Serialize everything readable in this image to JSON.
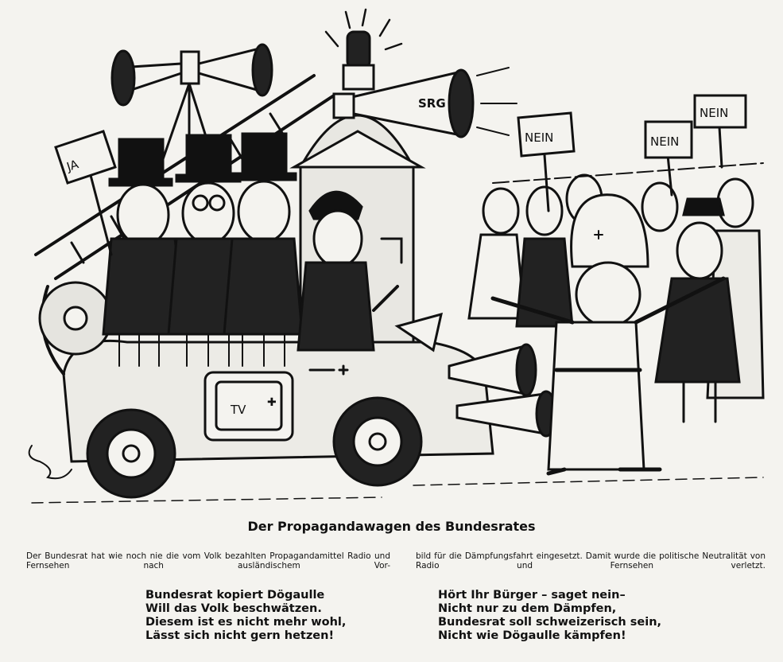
{
  "cartoon": {
    "sign_ja": "JA",
    "signs_nein": [
      "NEIN",
      "NEIN",
      "NEIN"
    ],
    "horn_label": "SRG",
    "tv_label": "TV"
  },
  "caption": {
    "title": "Der Propagandawagen des Bundesrates",
    "body_left": "Der Bundesrat hat wie noch nie die vom Volk bezahlten Propagandamittel Radio und Fernsehen nach ausländischem Vor-",
    "body_right": "bild für die Dämpfungsfahrt eingesetzt. Damit wurde die politische Neutralität von Radio und Fernsehen verletzt."
  },
  "verse": {
    "left": [
      "Bundesrat kopiert Dögaulle",
      "Will das Volk beschwätzen.",
      "Diesem ist es nicht mehr wohl,",
      "Lässt sich nicht gern hetzen!"
    ],
    "right": [
      "Hört Ihr Bürger – saget nein–",
      "Nicht nur zu dem Dämpfen,",
      "Bundesrat soll schweizerisch sein,",
      "Nicht wie Dögaulle kämpfen!"
    ]
  },
  "colors": {
    "paper": "#f4f3ef",
    "ink": "#111111"
  }
}
